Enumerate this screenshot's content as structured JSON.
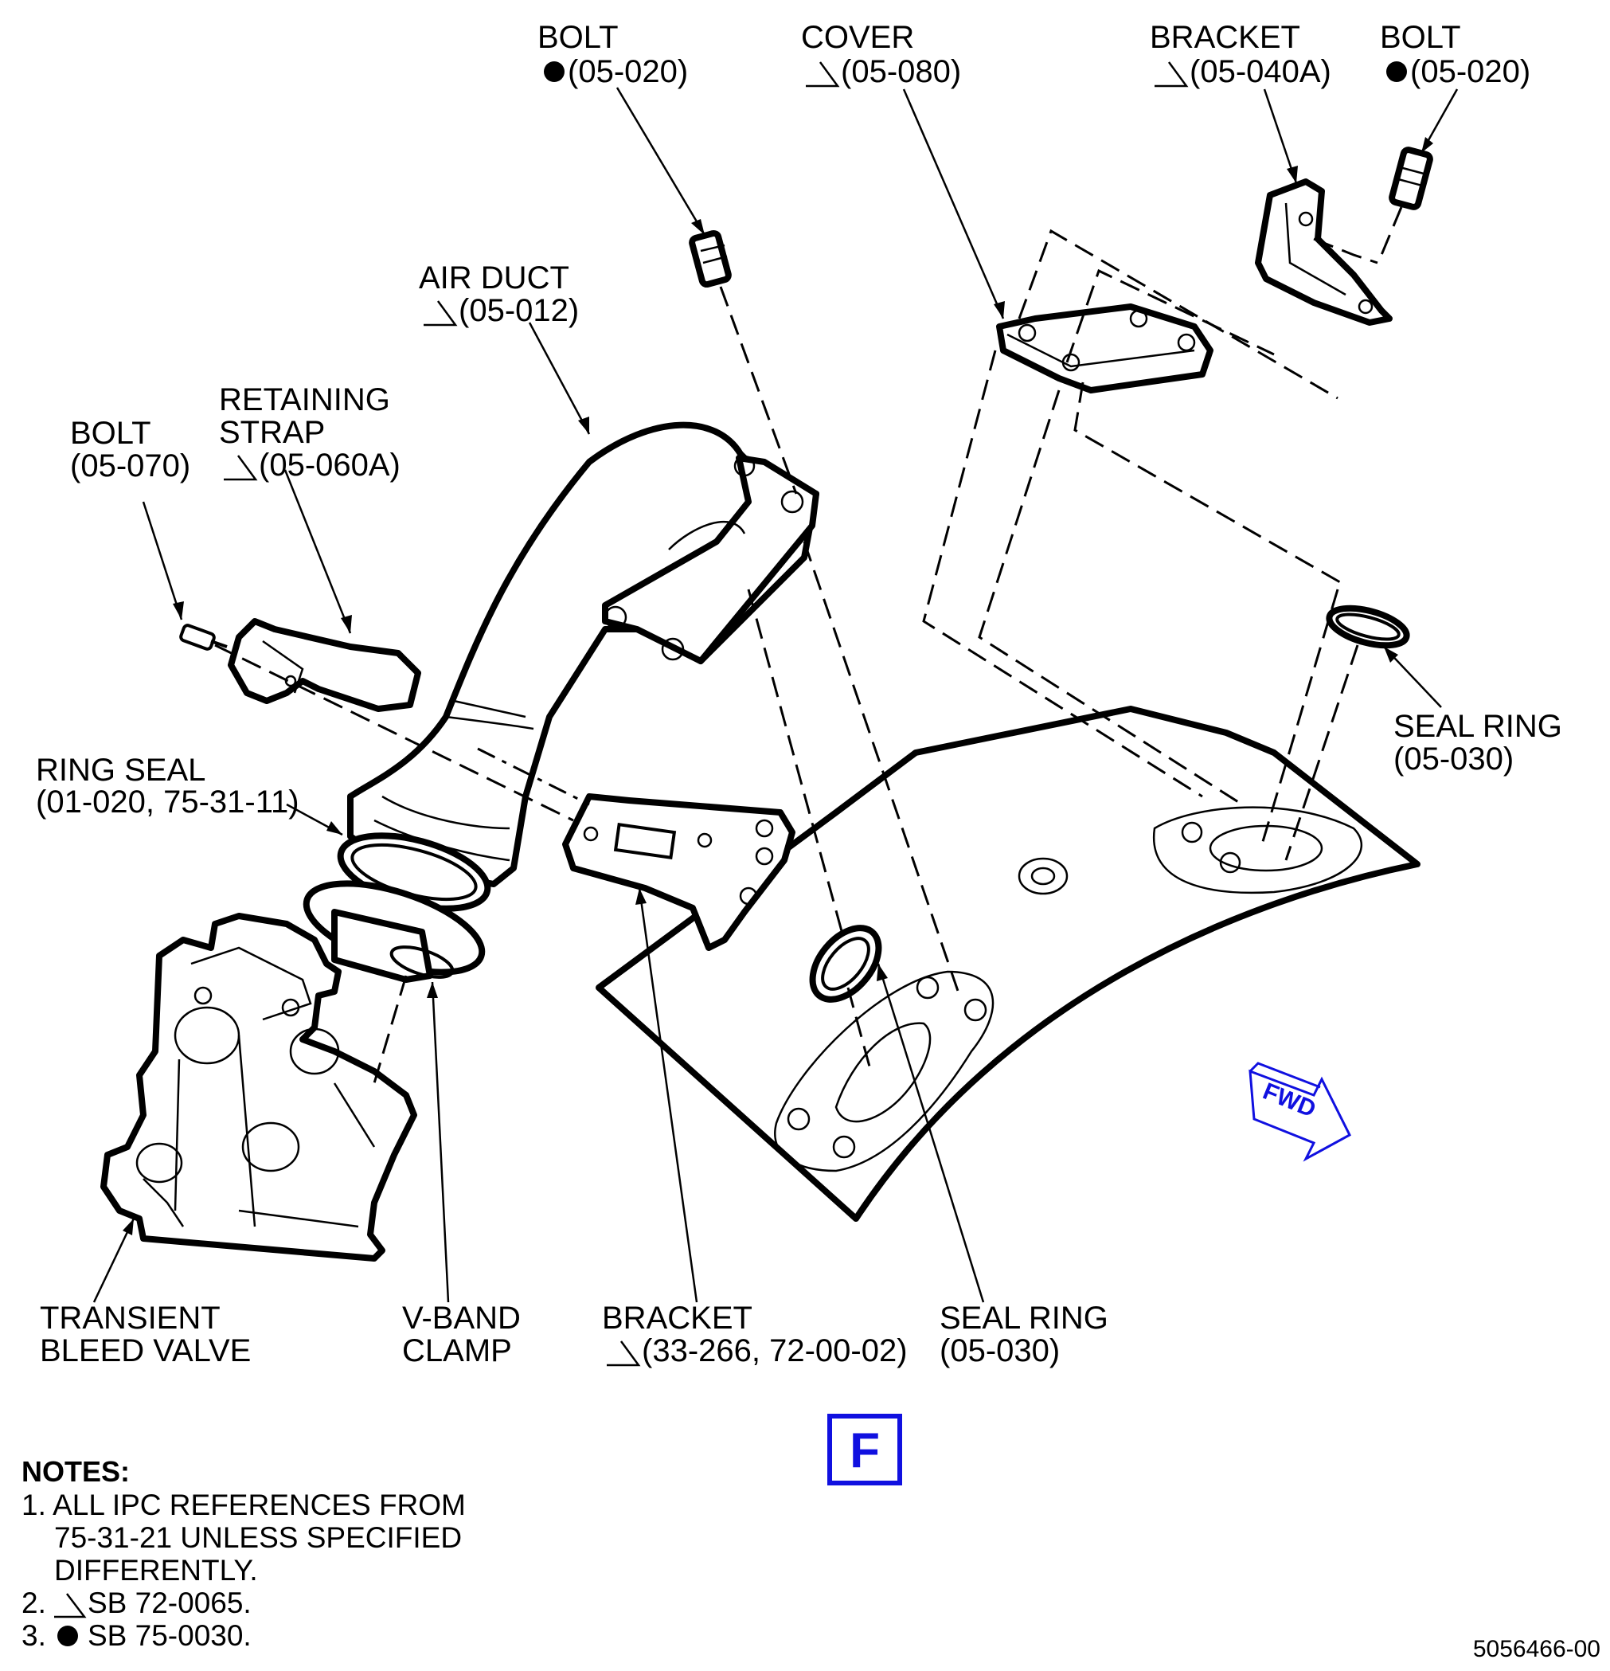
{
  "callouts": {
    "bolt_top_left": {
      "line1": "BOLT",
      "line2": "(05-020)",
      "marker": "circle-mark"
    },
    "cover": {
      "line1": "COVER",
      "line2": "(05-080)",
      "marker": "sb-triangle-mark"
    },
    "bracket_top": {
      "line1": "BRACKET",
      "line2": "(05-040A)",
      "marker": "sb-triangle-mark"
    },
    "bolt_top_right": {
      "line1": "BOLT",
      "line2": "(05-020)",
      "marker": "circle-mark"
    },
    "air_duct": {
      "line1": "AIR DUCT",
      "line2": "(05-012)",
      "marker": "sb-triangle-mark"
    },
    "retaining_strap": {
      "line1": "RETAINING",
      "line2": "STRAP",
      "line3": "(05-060A)",
      "marker": "sb-triangle-mark"
    },
    "bolt_left": {
      "line1": "BOLT",
      "line2": "(05-070)"
    },
    "ring_seal": {
      "line1": "RING SEAL",
      "line2": "(01-020, 75-31-11)"
    },
    "seal_ring_right": {
      "line1": "SEAL RING",
      "line2": "(05-030)"
    },
    "transient_bleed_valve": {
      "line1": "TRANSIENT",
      "line2": "BLEED VALVE"
    },
    "v_band_clamp": {
      "line1": "V-BAND",
      "line2": "CLAMP"
    },
    "bracket_bottom": {
      "line1": "BRACKET",
      "line2": "(33-266, 72-00-02)",
      "marker": "sb-triangle-mark"
    },
    "seal_ring_bottom": {
      "line1": "SEAL RING",
      "line2": "(05-030)"
    }
  },
  "fwd_label": "FWD",
  "view_label": "F",
  "notes": {
    "title": "NOTES:",
    "items": [
      "1. ALL IPC REFERENCES FROM",
      "75-31-21 UNLESS SPECIFIED",
      "DIFFERENTLY.",
      "2.",
      "SB 72-0065.",
      "3.",
      "SB 75-0030."
    ]
  },
  "drawing_number": "5056466-00",
  "colors": {
    "ink": "#000000",
    "accent_blue": "#1010e0",
    "background": "#ffffff"
  }
}
